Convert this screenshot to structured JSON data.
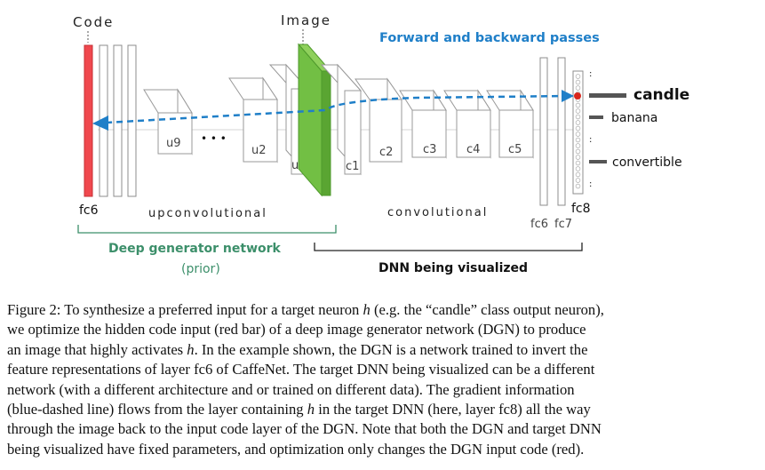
{
  "figure": {
    "label_code": "Code",
    "label_image": "Image",
    "label_forward_backward": "Forward and backward passes",
    "label_candle": "candle",
    "label_banana": "banana",
    "label_convertible": "convertible",
    "label_fc6_left": "fc6",
    "label_u9": "u9",
    "label_dots": "• • •",
    "label_u2": "u2",
    "label_u1": "u1",
    "label_c1": "c1",
    "label_c2": "c2",
    "label_c3": "c3",
    "label_c4": "c4",
    "label_c5": "c5",
    "label_fc6_right": "fc6",
    "label_fc7": "fc7",
    "label_fc8": "fc8",
    "label_upconvolutional": "upconvolutional",
    "label_convolutional": "convolutional",
    "label_deep_generator": "Deep generator network",
    "label_prior": "(prior)",
    "label_dnn_visualized": "DNN being visualized",
    "colors": {
      "code_bar": "#f0484e",
      "image_slab": "#72bf44",
      "arrow_blue": "#1f7fc8",
      "generator_green": "#3c8f6a",
      "neuron_red": "#d9261c"
    }
  },
  "caption": {
    "line1_pre": "Figure 2: To synthesize a preferred input for a target neuron ",
    "line1_var": "h",
    "line1_post": " (e.g. the “candle” class output neuron),",
    "line2": "we optimize the hidden code input (red bar) of a deep image generator network (DGN) to produce",
    "line3_pre": "an image that highly activates ",
    "line3_var": "h",
    "line3_post": ". In the example shown, the DGN is a network trained to invert the",
    "line4": "feature representations of layer fc6 of CaffeNet. The target DNN being visualized can be a different",
    "line5": "network (with a different architecture and or trained on different data). The gradient information",
    "line6_pre": "(blue-dashed line) flows from the layer containing ",
    "line6_var": "h",
    "line6_post": " in the target DNN (here, layer fc8) all the way",
    "line7": "through the image back to the input code layer of the DGN. Note that both the DGN and target DNN",
    "line8": "being visualized have fixed parameters, and optimization only changes the DGN input code (red)."
  }
}
